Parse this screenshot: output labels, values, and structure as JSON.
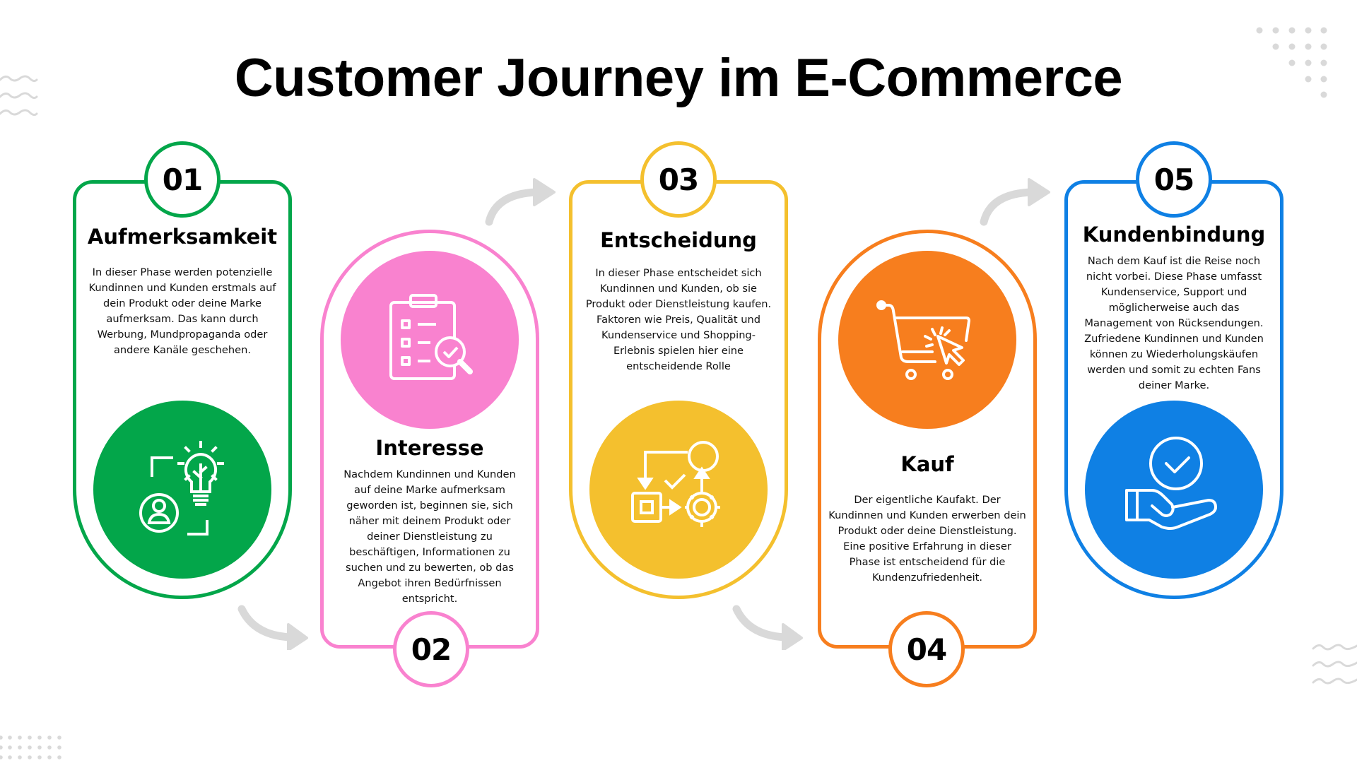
{
  "title": "Customer Journey im E-Commerce",
  "colors": {
    "green": "#03A64A",
    "pink": "#F982CF",
    "yellow": "#F4C02E",
    "orange": "#F77E1E",
    "blue": "#0F80E4",
    "arrow_gray": "#D9D9D9",
    "decoration_gray": "#D9D9D9"
  },
  "steps": [
    {
      "number": "01",
      "title": "Aufmerksamkeit",
      "text": "In dieser Phase werden potenzielle Kundinnen und Kunden erstmals auf dein Produkt oder deine Marke aufmerksam. Das kann durch Werbung, Mundpropaganda oder andere Kanäle geschehen.",
      "icon": "lightbulb-idea-person-icon",
      "color": "#03A64A"
    },
    {
      "number": "02",
      "title": "Interesse",
      "text": "Nachdem Kundinnen und Kunden auf deine Marke aufmerksam geworden ist, beginnen sie, sich näher mit deinem Produkt oder deiner Dienstleistung zu beschäftigen, Informationen zu suchen und zu bewerten, ob das Angebot ihren Bedürfnissen entspricht.",
      "icon": "clipboard-search-check-icon",
      "color": "#F982CF"
    },
    {
      "number": "03",
      "title": "Entscheidung",
      "text": "In dieser Phase entscheidet sich Kundinnen und Kunden, ob sie Produkt oder Dienstleistung kaufen. Faktoren wie Preis, Qualität und Kundenservice und Shopping-Erlebnis spielen hier eine entscheidende Rolle",
      "icon": "decision-process-flow-icon",
      "color": "#F4C02E"
    },
    {
      "number": "04",
      "title": "Kauf",
      "text": "Der eigentliche Kaufakt. Der Kundinnen und Kunden erwerben dein Produkt oder deine Dienstleistung. Eine positive Erfahrung in dieser Phase ist entscheidend für die Kundenzufriedenheit.",
      "icon": "shopping-cart-click-icon",
      "color": "#F77E1E"
    },
    {
      "number": "05",
      "title": "Kundenbindung",
      "text": "Nach dem Kauf ist die Reise noch nicht vorbei. Diese Phase umfasst Kundenservice, Support und möglicherweise auch das Management von Rücksendungen. Zufriedene Kundinnen und Kunden können zu Wiederholungskäufen werden und somit zu echten Fans deiner Marke.",
      "icon": "hand-check-icon",
      "color": "#0F80E4"
    }
  ]
}
